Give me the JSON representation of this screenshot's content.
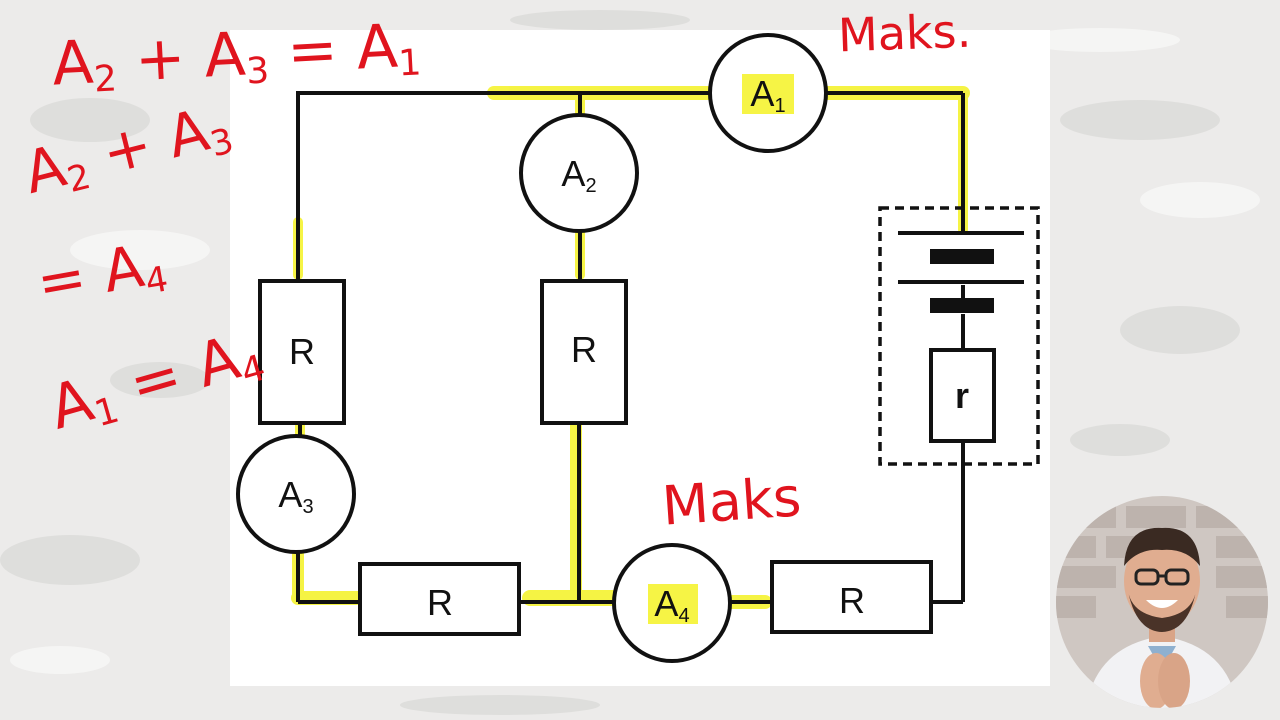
{
  "circuit": {
    "ammeters": {
      "a1": {
        "letter": "A",
        "index": "1"
      },
      "a2": {
        "letter": "A",
        "index": "2"
      },
      "a3": {
        "letter": "A",
        "index": "3"
      },
      "a4": {
        "letter": "A",
        "index": "4"
      }
    },
    "resistors": {
      "left": "R",
      "middle": "R",
      "bottom_left": "R",
      "bottom_right": "R",
      "internal": "r"
    },
    "highlight_color": "#f4f224",
    "wire_color": "#111111"
  },
  "annotations": {
    "color": "#e0141e",
    "eq1": {
      "a": "A",
      "a_idx": "2",
      "op1": "+",
      "b": "A",
      "b_idx": "3",
      "eq": "=",
      "c": "A",
      "c_idx": "1"
    },
    "eq2_line1": {
      "a": "A",
      "a_idx": "2",
      "op": "+",
      "b": "A",
      "b_idx": "3"
    },
    "eq2_line2": {
      "eq": "=",
      "c": "A",
      "c_idx": "4"
    },
    "eq3": {
      "a": "A",
      "a_idx": "1",
      "eq": "=",
      "b": "A",
      "b_idx": "4"
    },
    "maks_top": "Maks.",
    "maks_bottom": "Maks"
  },
  "presenter": {
    "icon": "person-avatar-icon"
  }
}
